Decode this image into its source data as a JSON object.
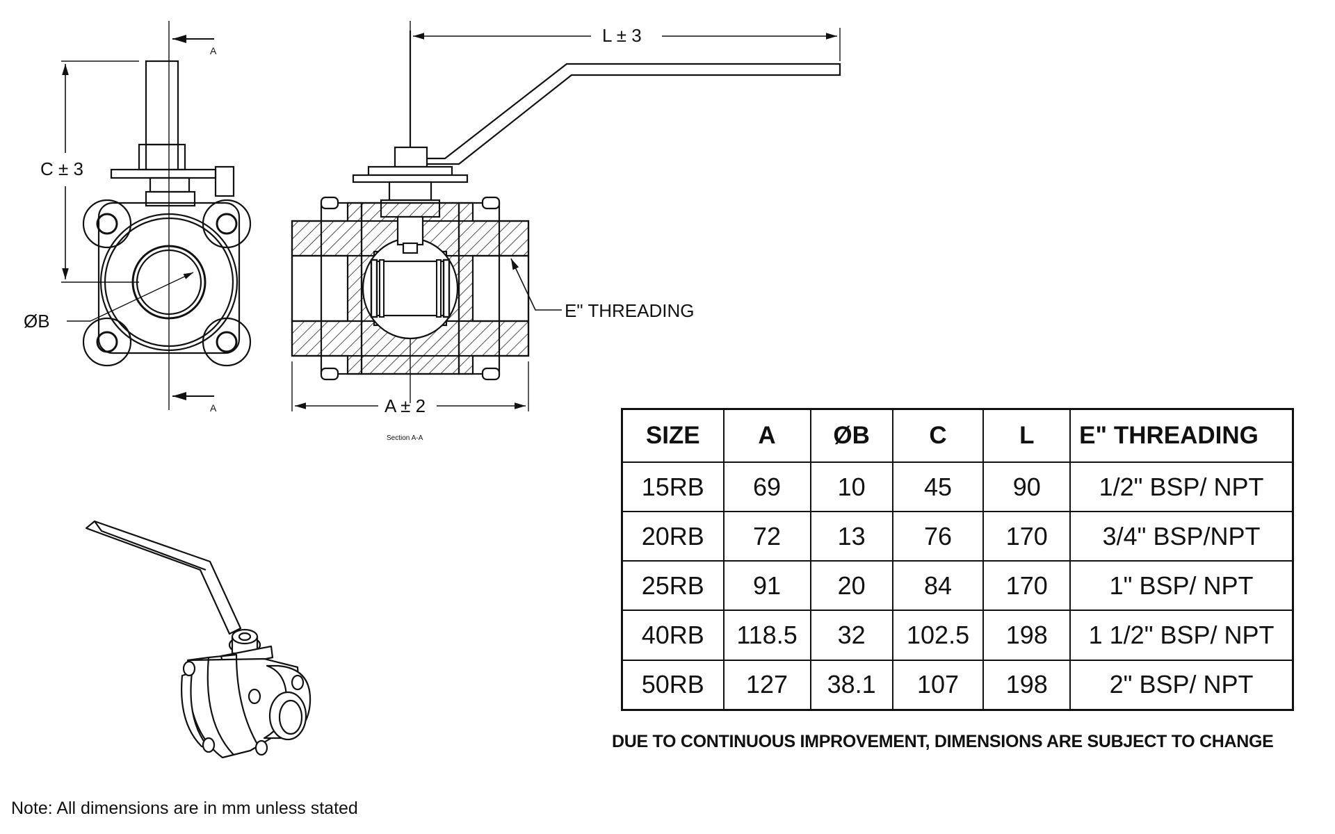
{
  "drawing": {
    "labels": {
      "dim_l": "L ± 3",
      "dim_c": "C ± 3",
      "dim_b": "ØB",
      "dim_a": "A ± 2",
      "threading": "E\" THREADING",
      "section_mark_top": "A",
      "section_mark_bottom": "A",
      "section_caption": "Section A-A"
    }
  },
  "table": {
    "headers": [
      "SIZE",
      "A",
      "ØB",
      "C",
      "L",
      "E\" THREADING"
    ],
    "rows": [
      [
        "15RB",
        "69",
        "10",
        "45",
        "90",
        "1/2\" BSP/ NPT"
      ],
      [
        "20RB",
        "72",
        "13",
        "76",
        "170",
        "3/4\" BSP/NPT"
      ],
      [
        "25RB",
        "91",
        "20",
        "84",
        "170",
        "1\" BSP/ NPT"
      ],
      [
        "40RB",
        "118.5",
        "32",
        "102.5",
        "198",
        "1 1/2\" BSP/ NPT"
      ],
      [
        "50RB",
        "127",
        "38.1",
        "107",
        "198",
        "2\" BSP/ NPT"
      ]
    ]
  },
  "disclaimer": "DUE TO CONTINUOUS IMPROVEMENT, DIMENSIONS ARE SUBJECT TO CHANGE",
  "note": "Note: All dimensions are in mm unless stated"
}
